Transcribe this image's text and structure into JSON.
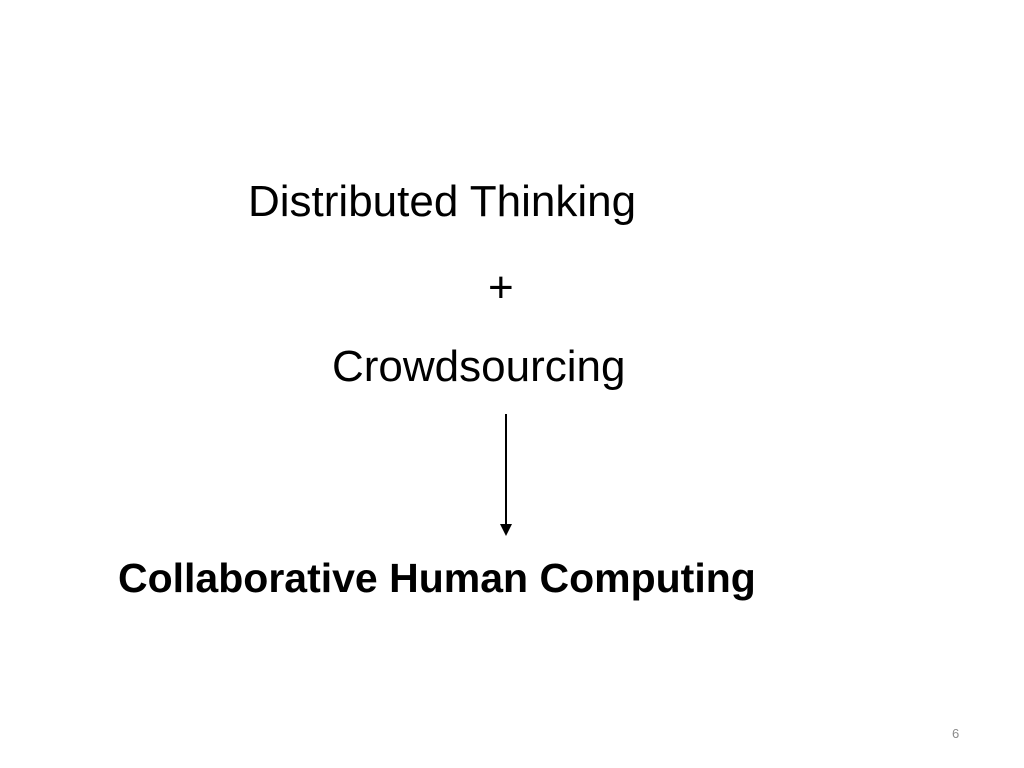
{
  "slide": {
    "line1": "Distributed Thinking",
    "line2": "+",
    "line3": "Crowdsourcing",
    "line4": "Collaborative Human Computing",
    "arrow_icon": "down-arrow-icon",
    "page_number": "6"
  }
}
